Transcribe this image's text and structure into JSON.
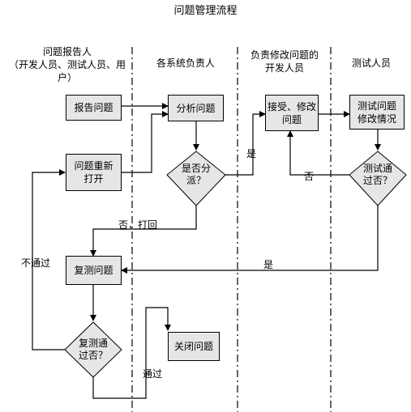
{
  "title": "问题管理流程",
  "lanes": {
    "reporter": {
      "line1": "问题报告人",
      "line2": "（开发人员、测试人员、用户）"
    },
    "owner": {
      "line1": "各系统负责人"
    },
    "developer": {
      "line1": "负责修改问题的",
      "line2": "开发人员"
    },
    "tester": {
      "line1": "测试人员"
    }
  },
  "nodes": {
    "report": "报告问题",
    "reopen_1": "问题重新",
    "reopen_2": "打开",
    "analyze": "分析问题",
    "assign_q_1": "是否分",
    "assign_q_2": "派？",
    "accept_1": "接受、修改",
    "accept_2": "问题",
    "test_1": "测试问题",
    "test_2": "修改情况",
    "test_q_1": "测试通",
    "test_q_2": "过否？",
    "retest": "复测问题",
    "retest_q_1": "复测通",
    "retest_q_2": "过否？",
    "close": "关闭问题"
  },
  "edge_labels": {
    "yes_assign": "是",
    "no_reject": "否，打回",
    "no_test": "否",
    "yes_test": "是",
    "fail_retest": "不通过",
    "pass_retest": "通过"
  },
  "colors": {
    "box_fill": "#e6e6e6",
    "line": "#000000"
  }
}
